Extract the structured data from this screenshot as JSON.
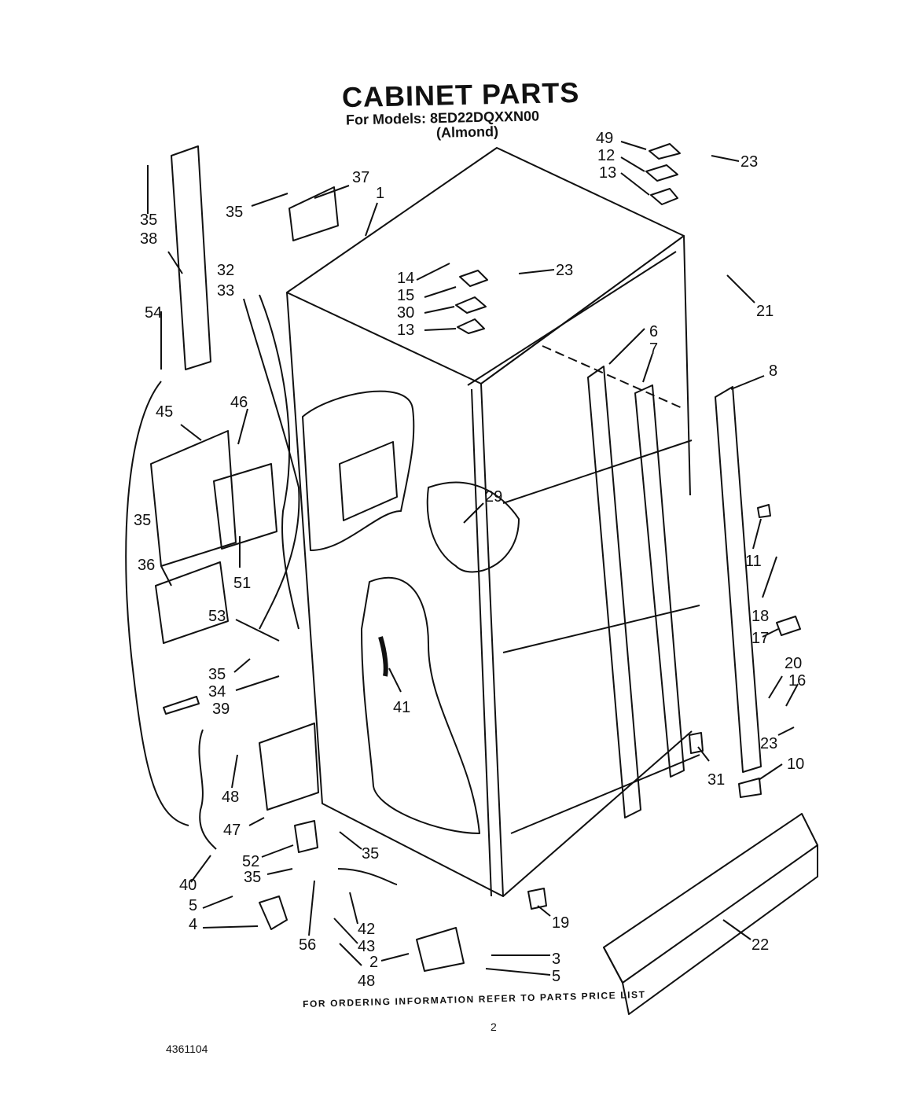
{
  "header": {
    "title": "CABINET PARTS",
    "models": "For Models: 8ED22DQXXN00",
    "color": "(Almond)"
  },
  "footer": {
    "ordering": "FOR ORDERING INFORMATION REFER TO PARTS PRICE LIST",
    "page": "2",
    "doc_number": "4361104"
  },
  "callouts": [
    "35",
    "38",
    "37",
    "35",
    "1",
    "49",
    "12",
    "13",
    "23",
    "14",
    "15",
    "30",
    "13",
    "23",
    "21",
    "32",
    "33",
    "54",
    "45",
    "46",
    "35",
    "51",
    "36",
    "53",
    "35",
    "34",
    "39",
    "48",
    "47",
    "40",
    "5",
    "4",
    "52",
    "35",
    "35",
    "56",
    "43",
    "48",
    "42",
    "2",
    "3",
    "5",
    "19",
    "22",
    "6",
    "7",
    "8",
    "29",
    "41",
    "11",
    "18",
    "17",
    "20",
    "16",
    "23",
    "10",
    "31"
  ]
}
